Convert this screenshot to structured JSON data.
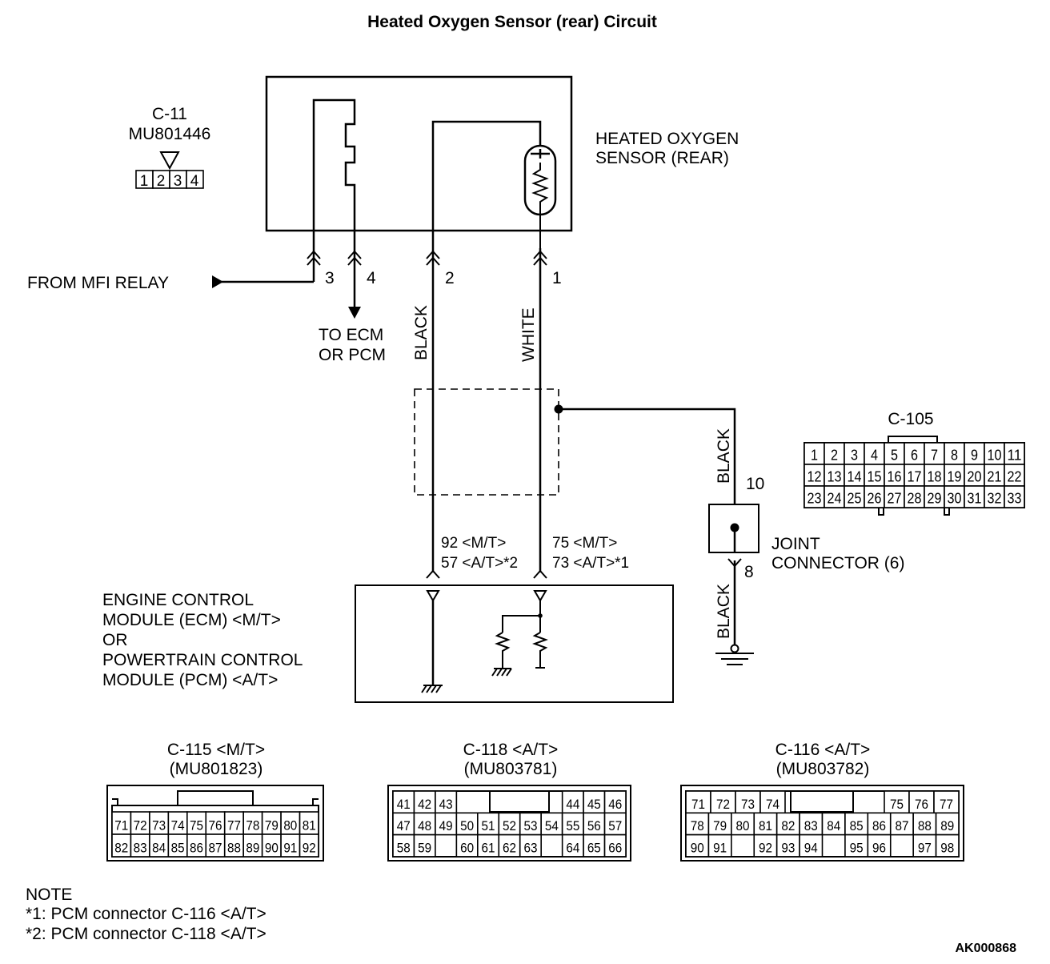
{
  "title": "Heated Oxygen Sensor (rear) Circuit",
  "sensor": {
    "connector": "C-11",
    "part_no": "MU801446",
    "pins": [
      "1",
      "2",
      "3",
      "4"
    ],
    "label_lines": [
      "HEATED OXYGEN",
      "SENSOR (REAR)"
    ]
  },
  "wires": {
    "from_mfi_relay": "FROM MFI RELAY",
    "to_ecm_lines": [
      "TO ECM",
      "OR PCM"
    ],
    "pin_3": "3",
    "pin_4": "4",
    "pin_2": "2",
    "pin_1": "1",
    "color_black": "BLACK",
    "color_white": "WHITE",
    "ground_pins_a": [
      "92 <M/T>",
      "57 <A/T>*2"
    ],
    "ground_pins_b": [
      "75 <M/T>",
      "73 <A/T>*1"
    ]
  },
  "joint": {
    "pin_top": "10",
    "pin_bottom": "8",
    "label_lines": [
      "JOINT",
      "CONNECTOR (6)"
    ],
    "wire_top": "BLACK",
    "wire_bottom": "BLACK"
  },
  "c105": {
    "title": "C-105",
    "rows": [
      [
        "1",
        "2",
        "3",
        "4",
        "5",
        "6",
        "7",
        "8",
        "9",
        "10",
        "11"
      ],
      [
        "12",
        "13",
        "14",
        "15",
        "16",
        "17",
        "18",
        "19",
        "20",
        "21",
        "22"
      ],
      [
        "23",
        "24",
        "25",
        "26",
        "27",
        "28",
        "29",
        "30",
        "31",
        "32",
        "33"
      ]
    ]
  },
  "ecm": {
    "label_lines": [
      "ENGINE CONTROL",
      "MODULE (ECM) <M/T>",
      "OR",
      "POWERTRAIN CONTROL",
      "MODULE (PCM) <A/T>"
    ]
  },
  "c115": {
    "title": "C-115 <M/T>",
    "part_no": "(MU801823)",
    "rows": [
      [
        "71",
        "72",
        "73",
        "74",
        "75",
        "76",
        "77",
        "78",
        "79",
        "80",
        "81"
      ],
      [
        "82",
        "83",
        "84",
        "85",
        "86",
        "87",
        "88",
        "89",
        "90",
        "91",
        "92"
      ]
    ]
  },
  "c118": {
    "title": "C-118 <A/T>",
    "part_no": "(MU803781)",
    "rows": [
      [
        "41",
        "42",
        "43",
        "",
        "",
        "",
        "",
        "",
        "44",
        "45",
        "46"
      ],
      [
        "47",
        "48",
        "49",
        "50",
        "51",
        "52",
        "53",
        "54",
        "55",
        "56",
        "57"
      ],
      [
        "58",
        "59",
        "",
        "60",
        "61",
        "62",
        "63",
        "",
        "64",
        "65",
        "66"
      ]
    ]
  },
  "c116": {
    "title": "C-116 <A/T>",
    "part_no": "(MU803782)",
    "rows": [
      [
        "71",
        "72",
        "73",
        "74",
        "",
        "",
        "",
        "",
        "75",
        "76",
        "77"
      ],
      [
        "78",
        "79",
        "80",
        "81",
        "82",
        "83",
        "84",
        "85",
        "86",
        "87",
        "88",
        "89"
      ],
      [
        "90",
        "91",
        "",
        "92",
        "93",
        "94",
        "",
        "95",
        "96",
        "",
        "97",
        "98"
      ]
    ]
  },
  "note": {
    "heading": "NOTE",
    "lines": [
      "*1: PCM connector C-116 <A/T>",
      "*2: PCM connector C-118 <A/T>"
    ]
  },
  "code": "AK000868"
}
